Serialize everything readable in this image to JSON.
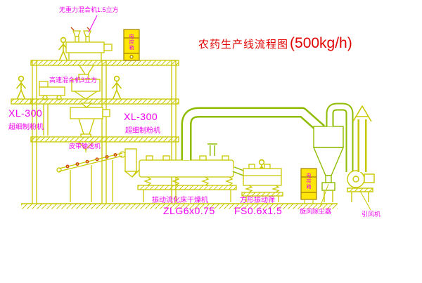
{
  "title": {
    "text": "农药生产线流程图",
    "capacity": "(500kg/h)"
  },
  "equipment_labels": {
    "gravity_free_mixer": "无重力混合机1.5立方",
    "high_speed_mixer": "高速混合机3立方",
    "mill_left": {
      "model": "XL-300",
      "name": "超细制粉机"
    },
    "mill_center": {
      "model": "XL-300",
      "name": "超细制粉机"
    },
    "belt_conveyor": "皮带输送机",
    "fluid_bed_dryer": {
      "name": "振动流化床干燥机",
      "model": "ZLG6x0.75"
    },
    "square_vibrating_sieve": {
      "name": "方形振动筛",
      "model": "FS0.6x1.5"
    },
    "cyclone_dust_collector": "旋风除尘器",
    "induced_draft_fan": "引风机",
    "control_box": "电控箱"
  },
  "colors": {
    "line_yellow": "#c8c800",
    "duct_green": "#8fbc00",
    "label_magenta": "#f000f0",
    "title_red": "#e00000",
    "box_yellow": "#ffe60a",
    "accent_red": "#d04000"
  }
}
